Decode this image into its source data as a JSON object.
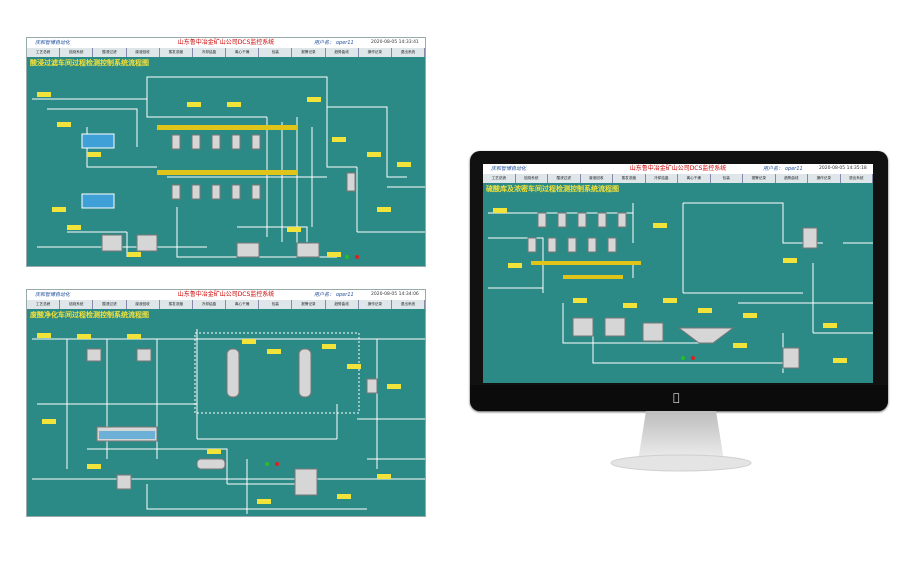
{
  "screens": [
    {
      "company": "庆和智博自动化",
      "system_title": "山东鲁中冶金矿山公司DCS监控系统",
      "user_label": "用户名：",
      "user_name": "oper11",
      "datetime": "2020-08-05 14:33:41",
      "page_title": "酸浸过滤车间过程检测控制系统流程图",
      "nav": [
        "工艺总貌",
        "焙烧系统",
        "酸浸过滤",
        "废液回收",
        "蒸发浓缩",
        "冷却结晶",
        "离心干燥",
        "包装",
        "报警记录",
        "趋势曲线",
        "操作记录",
        "退出系统"
      ]
    },
    {
      "company": "庆和智博自动化",
      "system_title": "山东鲁中冶金矿山公司DCS监控系统",
      "user_label": "用户名：",
      "user_name": "oper11",
      "datetime": "2020-08-05 14:34:06",
      "page_title": "废酸净化车间过程检测控制系统流程图",
      "nav": [
        "工艺总貌",
        "焙烧系统",
        "酸浸过滤",
        "废液回收",
        "蒸发浓缩",
        "冷却结晶",
        "离心干燥",
        "包装",
        "报警记录",
        "趋势曲线",
        "操作记录",
        "退出系统"
      ]
    },
    {
      "company": "庆和智博自动化",
      "system_title": "山东鲁中冶金矿山公司DCS监控系统",
      "user_label": "用户名：",
      "user_name": "oper11",
      "datetime": "2020-08-05 14:35:18",
      "page_title": "硫酸库及浓密车间过程检测控制系统流程图",
      "nav": [
        "工艺总貌",
        "焙烧系统",
        "酸浸过滤",
        "废液回收",
        "蒸发浓缩",
        "冷却结晶",
        "离心干燥",
        "包装",
        "报警记录",
        "趋势曲线",
        "操作记录",
        "退出系统"
      ]
    }
  ],
  "monitor": {
    "logo_icon": "apple-logo-icon",
    "bezel_color": "#111111",
    "stand_color": "#d8d8d8"
  },
  "colors": {
    "background": "#2c8a86",
    "pipe": "#ffffff",
    "title": "#f5e23a",
    "tag": "#f2e33a",
    "conveyor": "#e0c419",
    "alarm_red": "#e02020",
    "run_green": "#22c022"
  }
}
